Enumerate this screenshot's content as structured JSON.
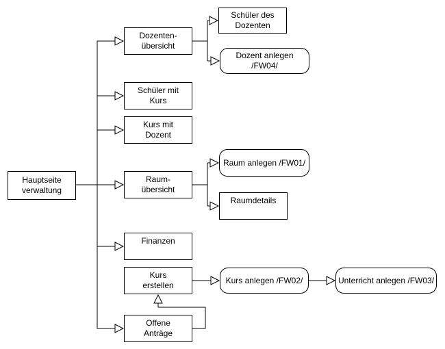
{
  "colors": {
    "background": "#ffffff",
    "node_fill": "#ffffff",
    "node_stroke": "#000000",
    "connector": "#000000",
    "text": "#000000"
  },
  "diagram": {
    "nodes": [
      {
        "id": "hauptseite-verwaltung",
        "label": "Hauptseite\nverwaltung",
        "shape": "rectangle"
      },
      {
        "id": "dozentenuebersicht",
        "label": "Dozenten-\nübersicht",
        "shape": "rectangle"
      },
      {
        "id": "schueler-mit-kurs",
        "label": "Schüler mit\nKurs",
        "shape": "rectangle"
      },
      {
        "id": "kurs-mit-dozent",
        "label": "Kurs mit\nDozent",
        "shape": "rectangle"
      },
      {
        "id": "raumuebersicht",
        "label": "Raum-\nübersicht",
        "shape": "rectangle"
      },
      {
        "id": "finanzen",
        "label": "Finanzen",
        "shape": "rectangle"
      },
      {
        "id": "kurs-erstellen",
        "label": "Kurs\nerstellen",
        "shape": "rectangle"
      },
      {
        "id": "offene-antraege",
        "label": "Offene\nAnträge",
        "shape": "rectangle"
      },
      {
        "id": "schueler-des-dozenten",
        "label": "Schüler des\nDozenten",
        "shape": "rectangle"
      },
      {
        "id": "dozent-anlegen",
        "label": "Dozent anlegen /FW04/",
        "shape": "rounded"
      },
      {
        "id": "raum-anlegen",
        "label": "Raum anlegen /FW01/",
        "shape": "rounded"
      },
      {
        "id": "raumdetails",
        "label": "Raumdetails",
        "shape": "rectangle"
      },
      {
        "id": "kurs-anlegen",
        "label": "Kurs anlegen /FW02/",
        "shape": "rounded"
      },
      {
        "id": "unterricht-anlegen",
        "label": "Unterricht anlegen /FW03/",
        "shape": "rounded"
      }
    ],
    "edges": [
      {
        "from": "hauptseite-verwaltung",
        "to": "dozentenuebersicht",
        "arrow": "open-triangle"
      },
      {
        "from": "hauptseite-verwaltung",
        "to": "schueler-mit-kurs",
        "arrow": "open-triangle"
      },
      {
        "from": "hauptseite-verwaltung",
        "to": "kurs-mit-dozent",
        "arrow": "open-triangle"
      },
      {
        "from": "hauptseite-verwaltung",
        "to": "raumuebersicht",
        "arrow": "open-triangle"
      },
      {
        "from": "hauptseite-verwaltung",
        "to": "finanzen",
        "arrow": "open-triangle"
      },
      {
        "from": "hauptseite-verwaltung",
        "to": "offene-antraege",
        "arrow": "open-triangle"
      },
      {
        "from": "dozentenuebersicht",
        "to": "schueler-des-dozenten",
        "arrow": "open-triangle"
      },
      {
        "from": "dozentenuebersicht",
        "to": "dozent-anlegen",
        "arrow": "open-triangle"
      },
      {
        "from": "raumuebersicht",
        "to": "raum-anlegen",
        "arrow": "open-triangle"
      },
      {
        "from": "raumuebersicht",
        "to": "raumdetails",
        "arrow": "open-triangle"
      },
      {
        "from": "kurs-erstellen",
        "to": "kurs-anlegen",
        "arrow": "open-triangle"
      },
      {
        "from": "kurs-anlegen",
        "to": "unterricht-anlegen",
        "arrow": "open-triangle"
      },
      {
        "from": "offene-antraege",
        "to": "kurs-erstellen",
        "arrow": "open-triangle"
      }
    ]
  }
}
